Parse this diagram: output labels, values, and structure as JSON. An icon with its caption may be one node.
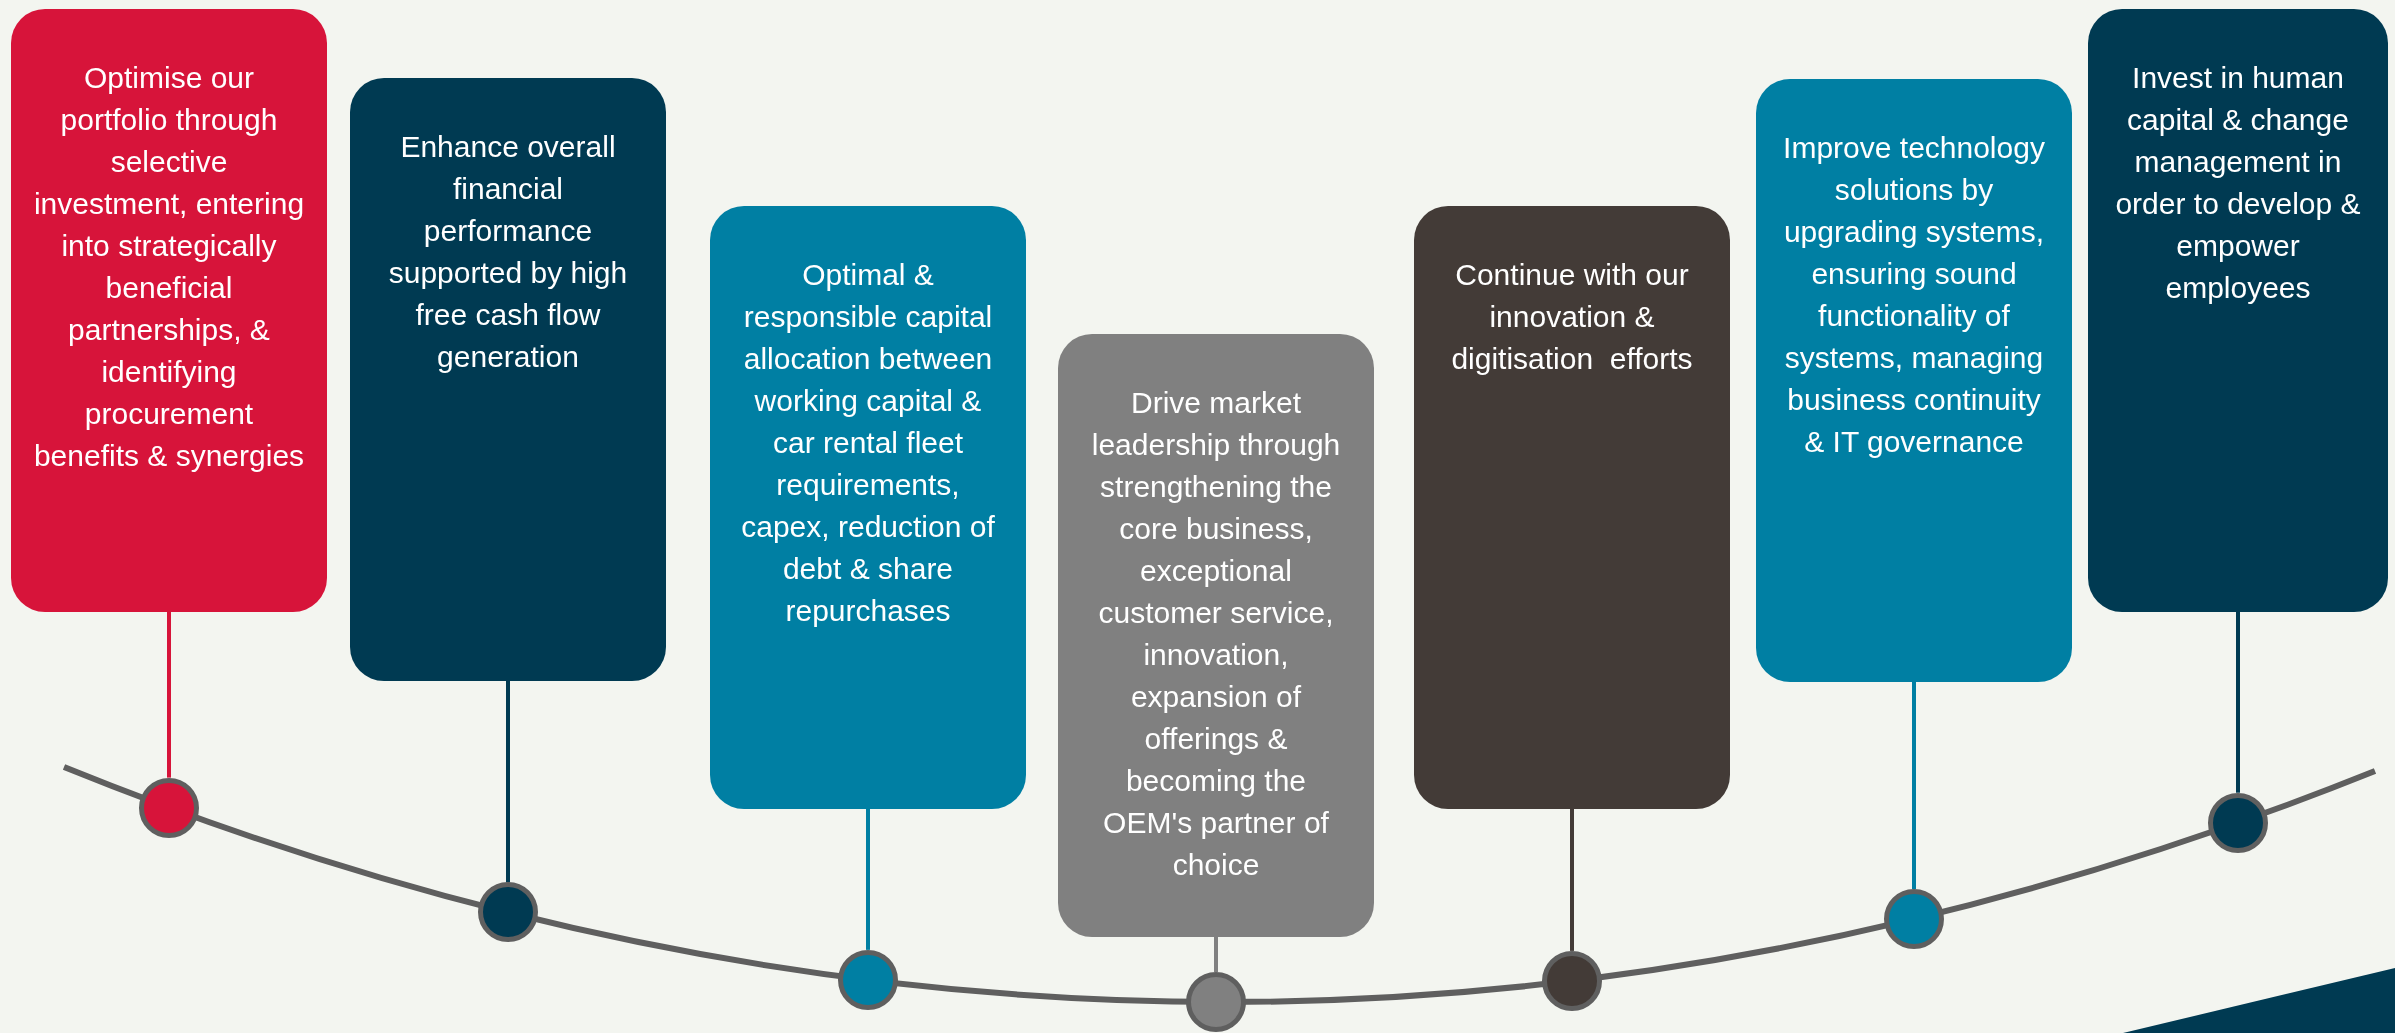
{
  "diagram": {
    "nodes": [
      {
        "text": [
          "Optimise our portfolio through selective investment, entering into strategically beneficial partnerships, & identifying procurement benefits & synergies"
        ]
      },
      {
        "text": [
          "Enhance overall financial performance supported by high free cash flow generation"
        ]
      },
      {
        "text": [
          "Optimal & responsible capital allocation between working capital & car rental fleet requirements, capex, reduction of debt & share repurchases"
        ]
      },
      {
        "text": [
          "Drive market leadership through strengthening the core business, exceptional customer service, innovation, expansion of offerings & becoming the OEM's partner of choice"
        ]
      },
      {
        "text": [
          "Continue with our innovation & digitisation  efforts"
        ]
      },
      {
        "text": [
          "Improve technology solutions by upgrading systems, ensuring sound functionality of systems, managing business continuity & IT governance"
        ]
      },
      {
        "text": [
          "Invest in human capital & change management in order to develop & empower employees"
        ]
      },
      {
        "text": [],
        "shape": "circle"
      },
      {
        "text": [],
        "shape": "circle"
      },
      {
        "text": [],
        "shape": "circle"
      },
      {
        "text": [],
        "shape": "circle"
      },
      {
        "text": [],
        "shape": "circle"
      },
      {
        "text": [],
        "shape": "circle"
      },
      {
        "text": [],
        "shape": "circle"
      }
    ],
    "edges": [
      {
        "from": 0,
        "to": 7,
        "arrow": "none",
        "color": "#d7143a"
      },
      {
        "from": 1,
        "to": 8,
        "arrow": "none",
        "color": "#003a52"
      },
      {
        "from": 2,
        "to": 9,
        "arrow": "none",
        "color": "#007fa3"
      },
      {
        "from": 3,
        "to": 10,
        "arrow": "none",
        "color": "#808080"
      },
      {
        "from": 4,
        "to": 11,
        "arrow": "none",
        "color": "#433b37"
      },
      {
        "from": 5,
        "to": 12,
        "arrow": "none",
        "color": "#007fa3"
      },
      {
        "from": 6,
        "to": 13,
        "arrow": "none",
        "color": "#003a52"
      }
    ]
  }
}
